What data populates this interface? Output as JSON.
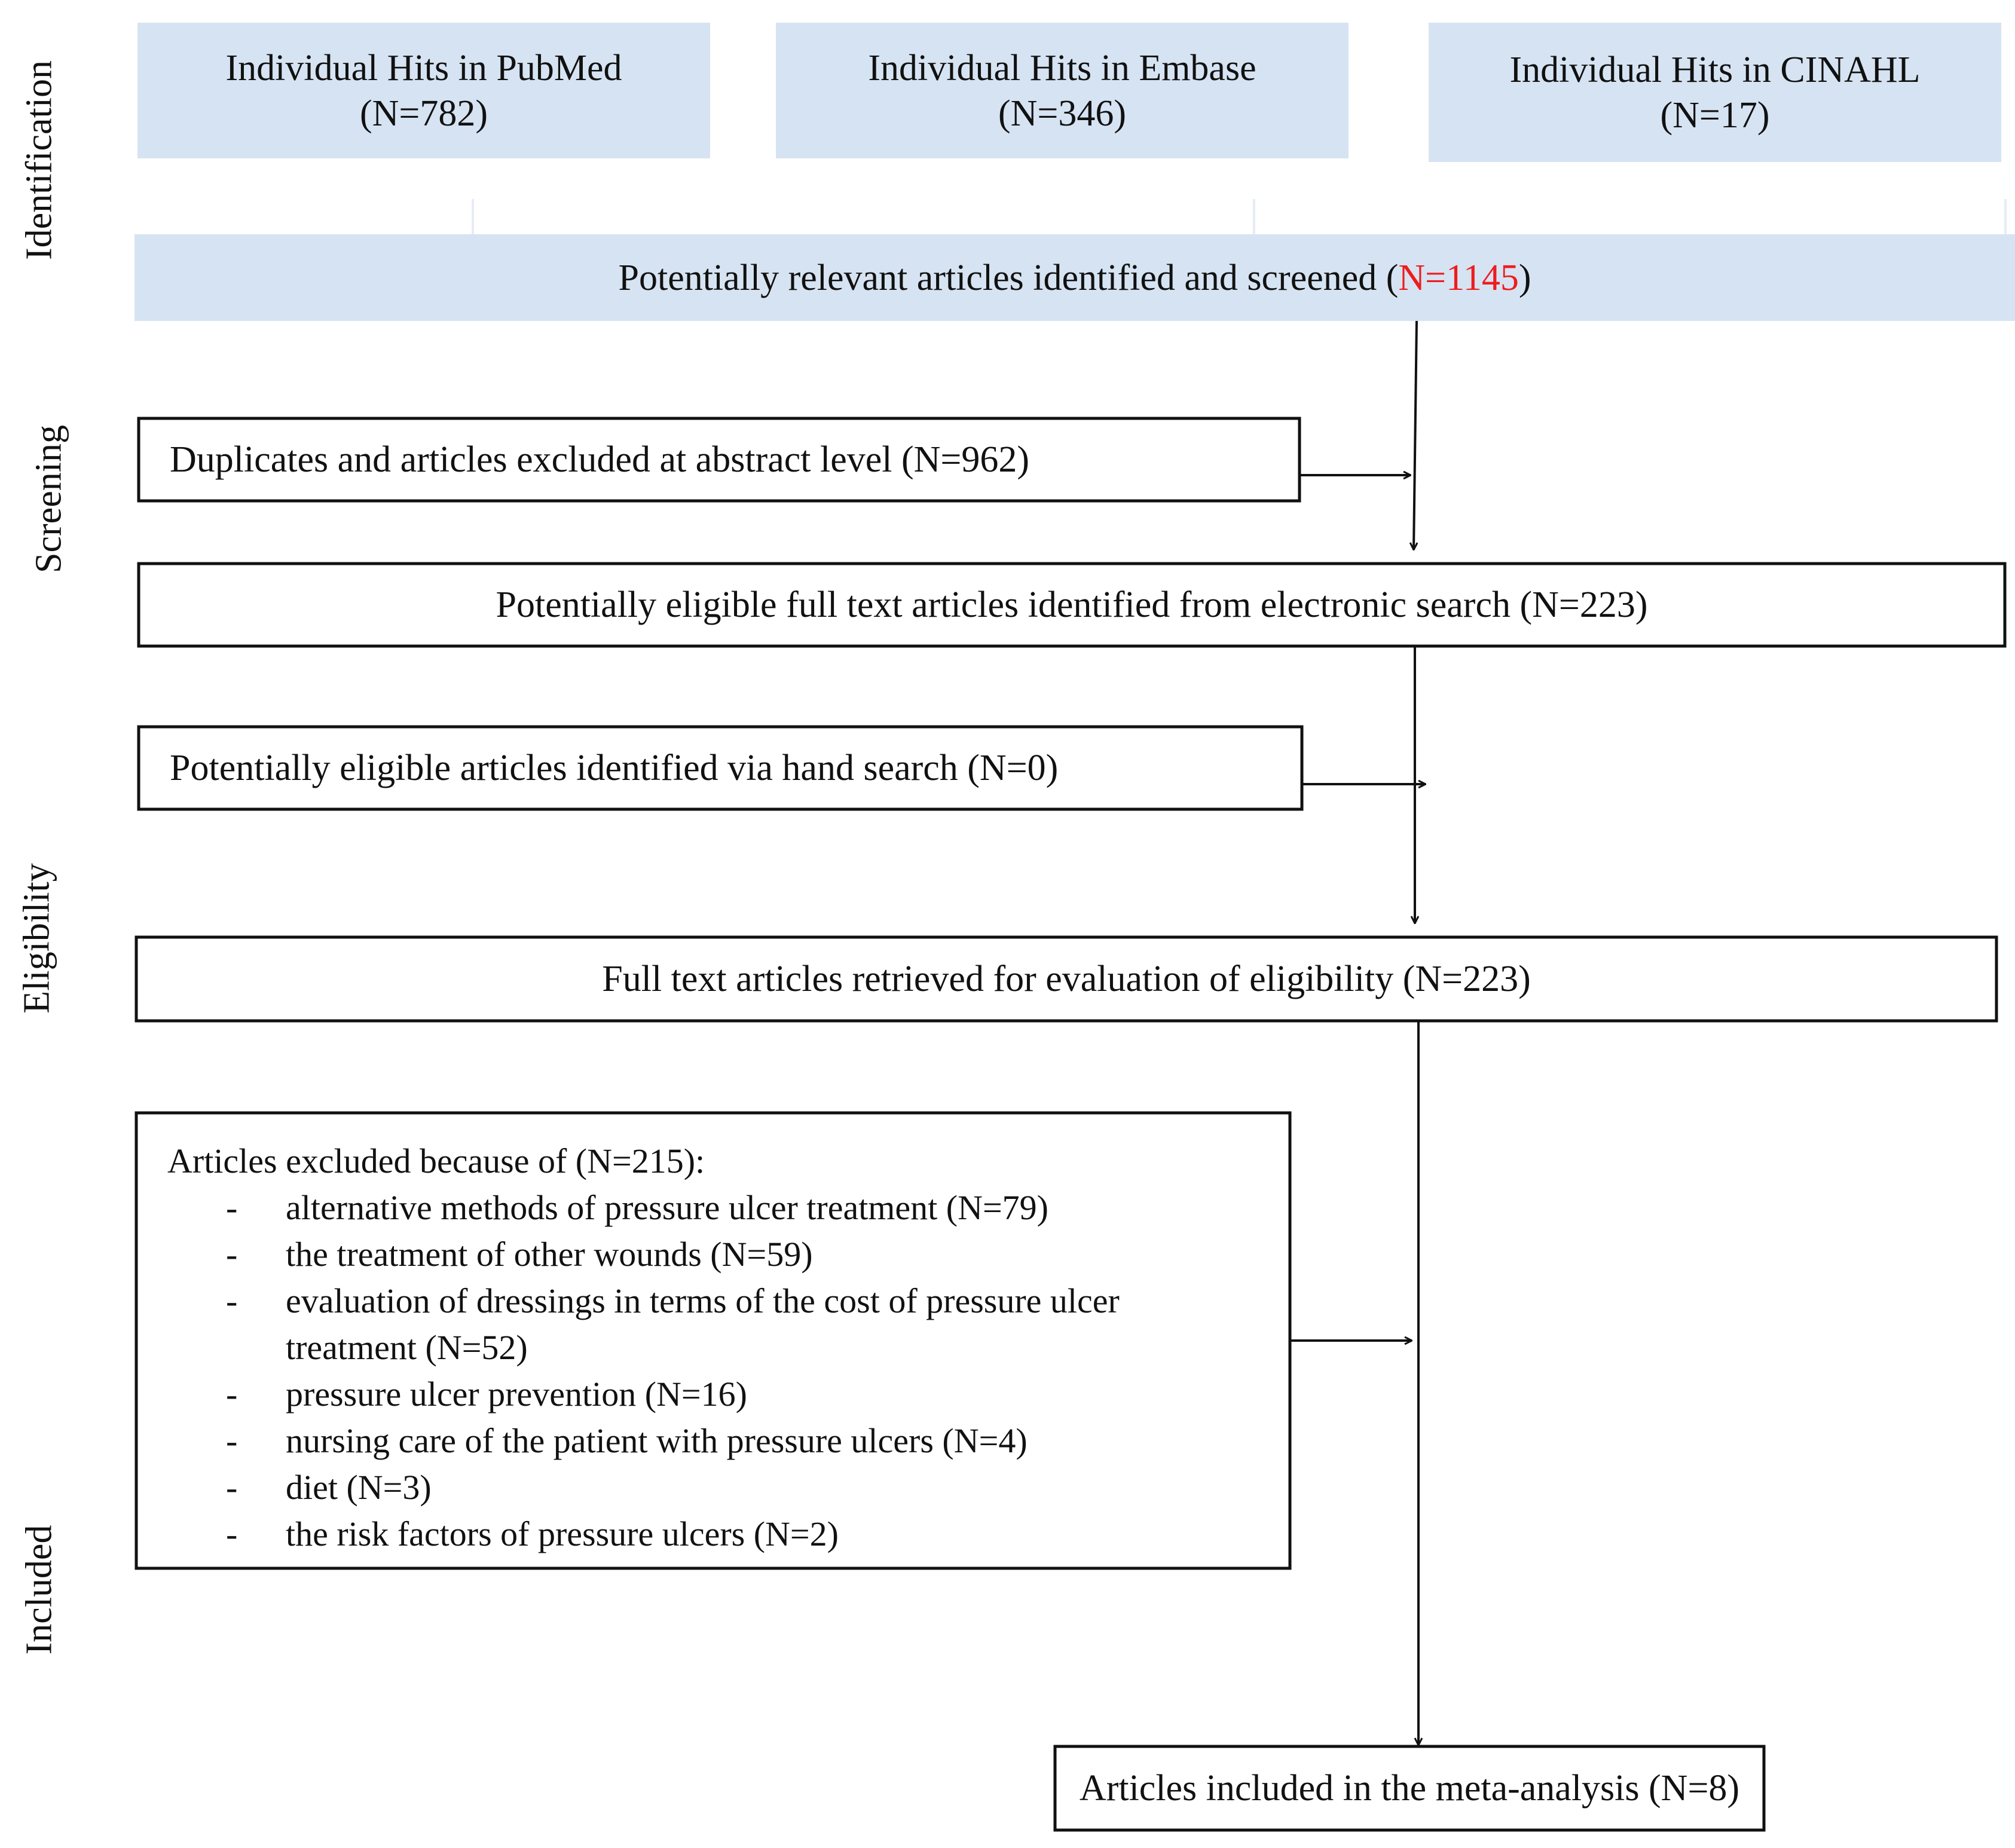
{
  "stages": {
    "identification": "Identification",
    "screening": "Screening",
    "eligibility": "Eligibility",
    "included": "Included"
  },
  "sources": [
    {
      "title": "Individual Hits in PubMed",
      "count": "(N=782)"
    },
    {
      "title": "Individual Hits in Embase",
      "count": "(N=346)"
    },
    {
      "title": "Individual Hits in CINAHL",
      "count": "(N=17)"
    }
  ],
  "screened": {
    "text": "Potentially relevant articles identified and screened (",
    "count": "N=1145",
    "close": ")",
    "count_color": "#ee1c1c"
  },
  "duplicates_excluded": "Duplicates and articles excluded at abstract level (N=962)",
  "eligible_electronic": "Potentially eligible full text articles identified from electronic search (N=223)",
  "hand_search": "Potentially eligible articles identified via hand search (N=0)",
  "full_text_retrieved": "Full text articles retrieved for evaluation of eligibility (N=223)",
  "excluded": {
    "heading": "Articles excluded because of (N=215):",
    "bullet": "-",
    "reasons": [
      "alternative methods of pressure ulcer treatment (N=79)",
      "the treatment of other wounds (N=59)",
      "evaluation of dressings in terms of the cost of pressure ulcer",
      "treatment (N=52)",
      "pressure ulcer prevention (N=16)",
      "nursing care of the patient with pressure ulcers (N=4)",
      "diet (N=3)",
      "the risk factors of pressure ulcers (N=2)"
    ]
  },
  "included_final": "Articles included in the meta-analysis (N=8)",
  "colors": {
    "source_fill": "#d6e3f2",
    "stroke": "#111111",
    "highlight": "#ee1c1c"
  }
}
